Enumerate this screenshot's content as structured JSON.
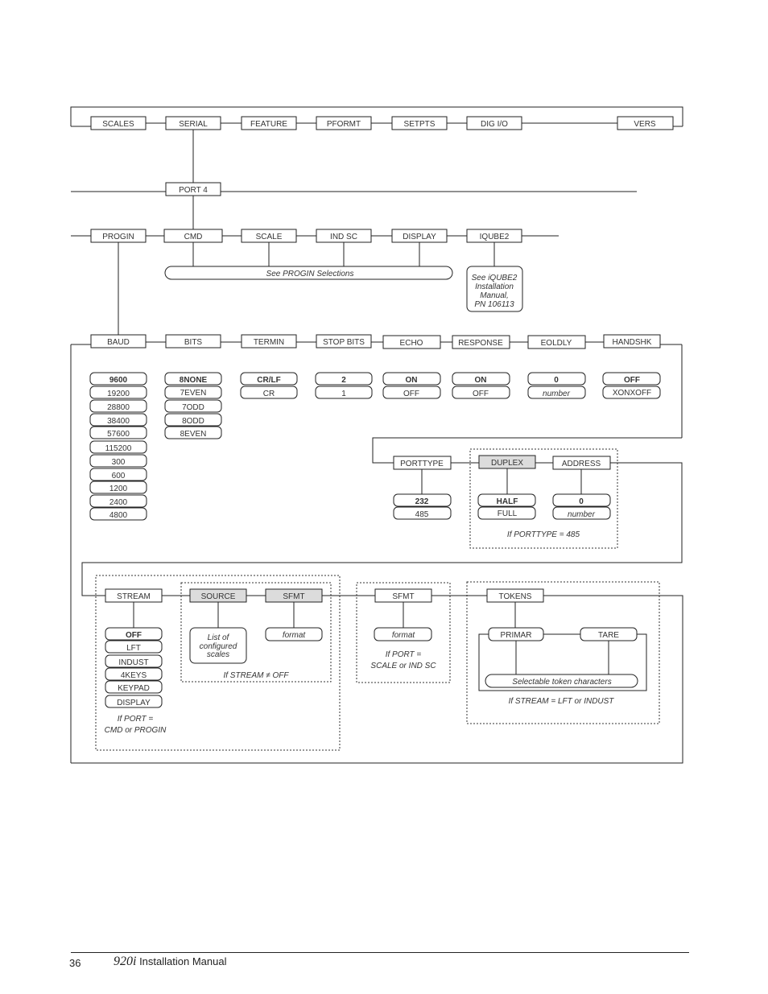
{
  "top_menu": [
    "SCALES",
    "SERIAL",
    "FEATURE",
    "PFORMT",
    "SETPTS",
    "DIG I/O",
    "VERS"
  ],
  "port": "PORT 4",
  "port_menu": [
    "PROGIN",
    "CMD",
    "SCALE",
    "IND SC",
    "DISPLAY",
    "IQUBE2"
  ],
  "progin_note": "See PROGIN Selections",
  "iqube_note": [
    "See iQUBE2",
    "Installation",
    "Manual,",
    "PN 106113"
  ],
  "params": [
    {
      "label": "BAUD",
      "options": [
        "9600",
        "19200",
        "28800",
        "38400",
        "57600",
        "115200",
        "300",
        "600",
        "1200",
        "2400",
        "4800"
      ]
    },
    {
      "label": "BITS",
      "options": [
        "8NONE",
        "7EVEN",
        "7ODD",
        "8ODD",
        "8EVEN"
      ]
    },
    {
      "label": "TERMIN",
      "options": [
        "CR/LF",
        "CR"
      ]
    },
    {
      "label": "STOP BITS",
      "options": [
        "2",
        "1"
      ]
    },
    {
      "label": "ECHO",
      "options": [
        "ON",
        "OFF"
      ]
    },
    {
      "label": "RESPONSE",
      "options": [
        "ON",
        "OFF"
      ]
    },
    {
      "label": "EOLDLY",
      "options": [
        "0",
        "number"
      ]
    },
    {
      "label": "HANDSHK",
      "options": [
        "OFF",
        "XONXOFF"
      ]
    }
  ],
  "porttype": {
    "label": "PORTTYPE",
    "options": [
      "232",
      "485"
    ]
  },
  "duplex": {
    "label": "DUPLEX",
    "options": [
      "HALF",
      "FULL"
    ]
  },
  "address": {
    "label": "ADDRESS",
    "options": [
      "0",
      "number"
    ]
  },
  "porttype_note": "If PORTTYPE = 485",
  "stream": {
    "label": "STREAM",
    "options": [
      "OFF",
      "LFT",
      "INDUST",
      "4KEYS",
      "KEYPAD",
      "DISPLAY"
    ]
  },
  "stream_note": [
    "If PORT =",
    "CMD or PROGIN"
  ],
  "source": {
    "label": "SOURCE",
    "note": [
      "List of",
      "configured",
      "scales"
    ]
  },
  "sfmt1": {
    "label": "SFMT",
    "value": "format"
  },
  "source_note": "If STREAM ≠ OFF",
  "sfmt2": {
    "label": "SFMT",
    "value": "format"
  },
  "sfmt2_note": [
    "If PORT =",
    "SCALE or IND SC"
  ],
  "tokens": {
    "label": "TOKENS",
    "children": [
      "PRIMAR",
      "TARE"
    ],
    "note": "Selectable token characters"
  },
  "tokens_note": "If STREAM = LFT or INDUST",
  "footer": {
    "page": "36",
    "model": "920i",
    "title": " Installation Manual"
  }
}
